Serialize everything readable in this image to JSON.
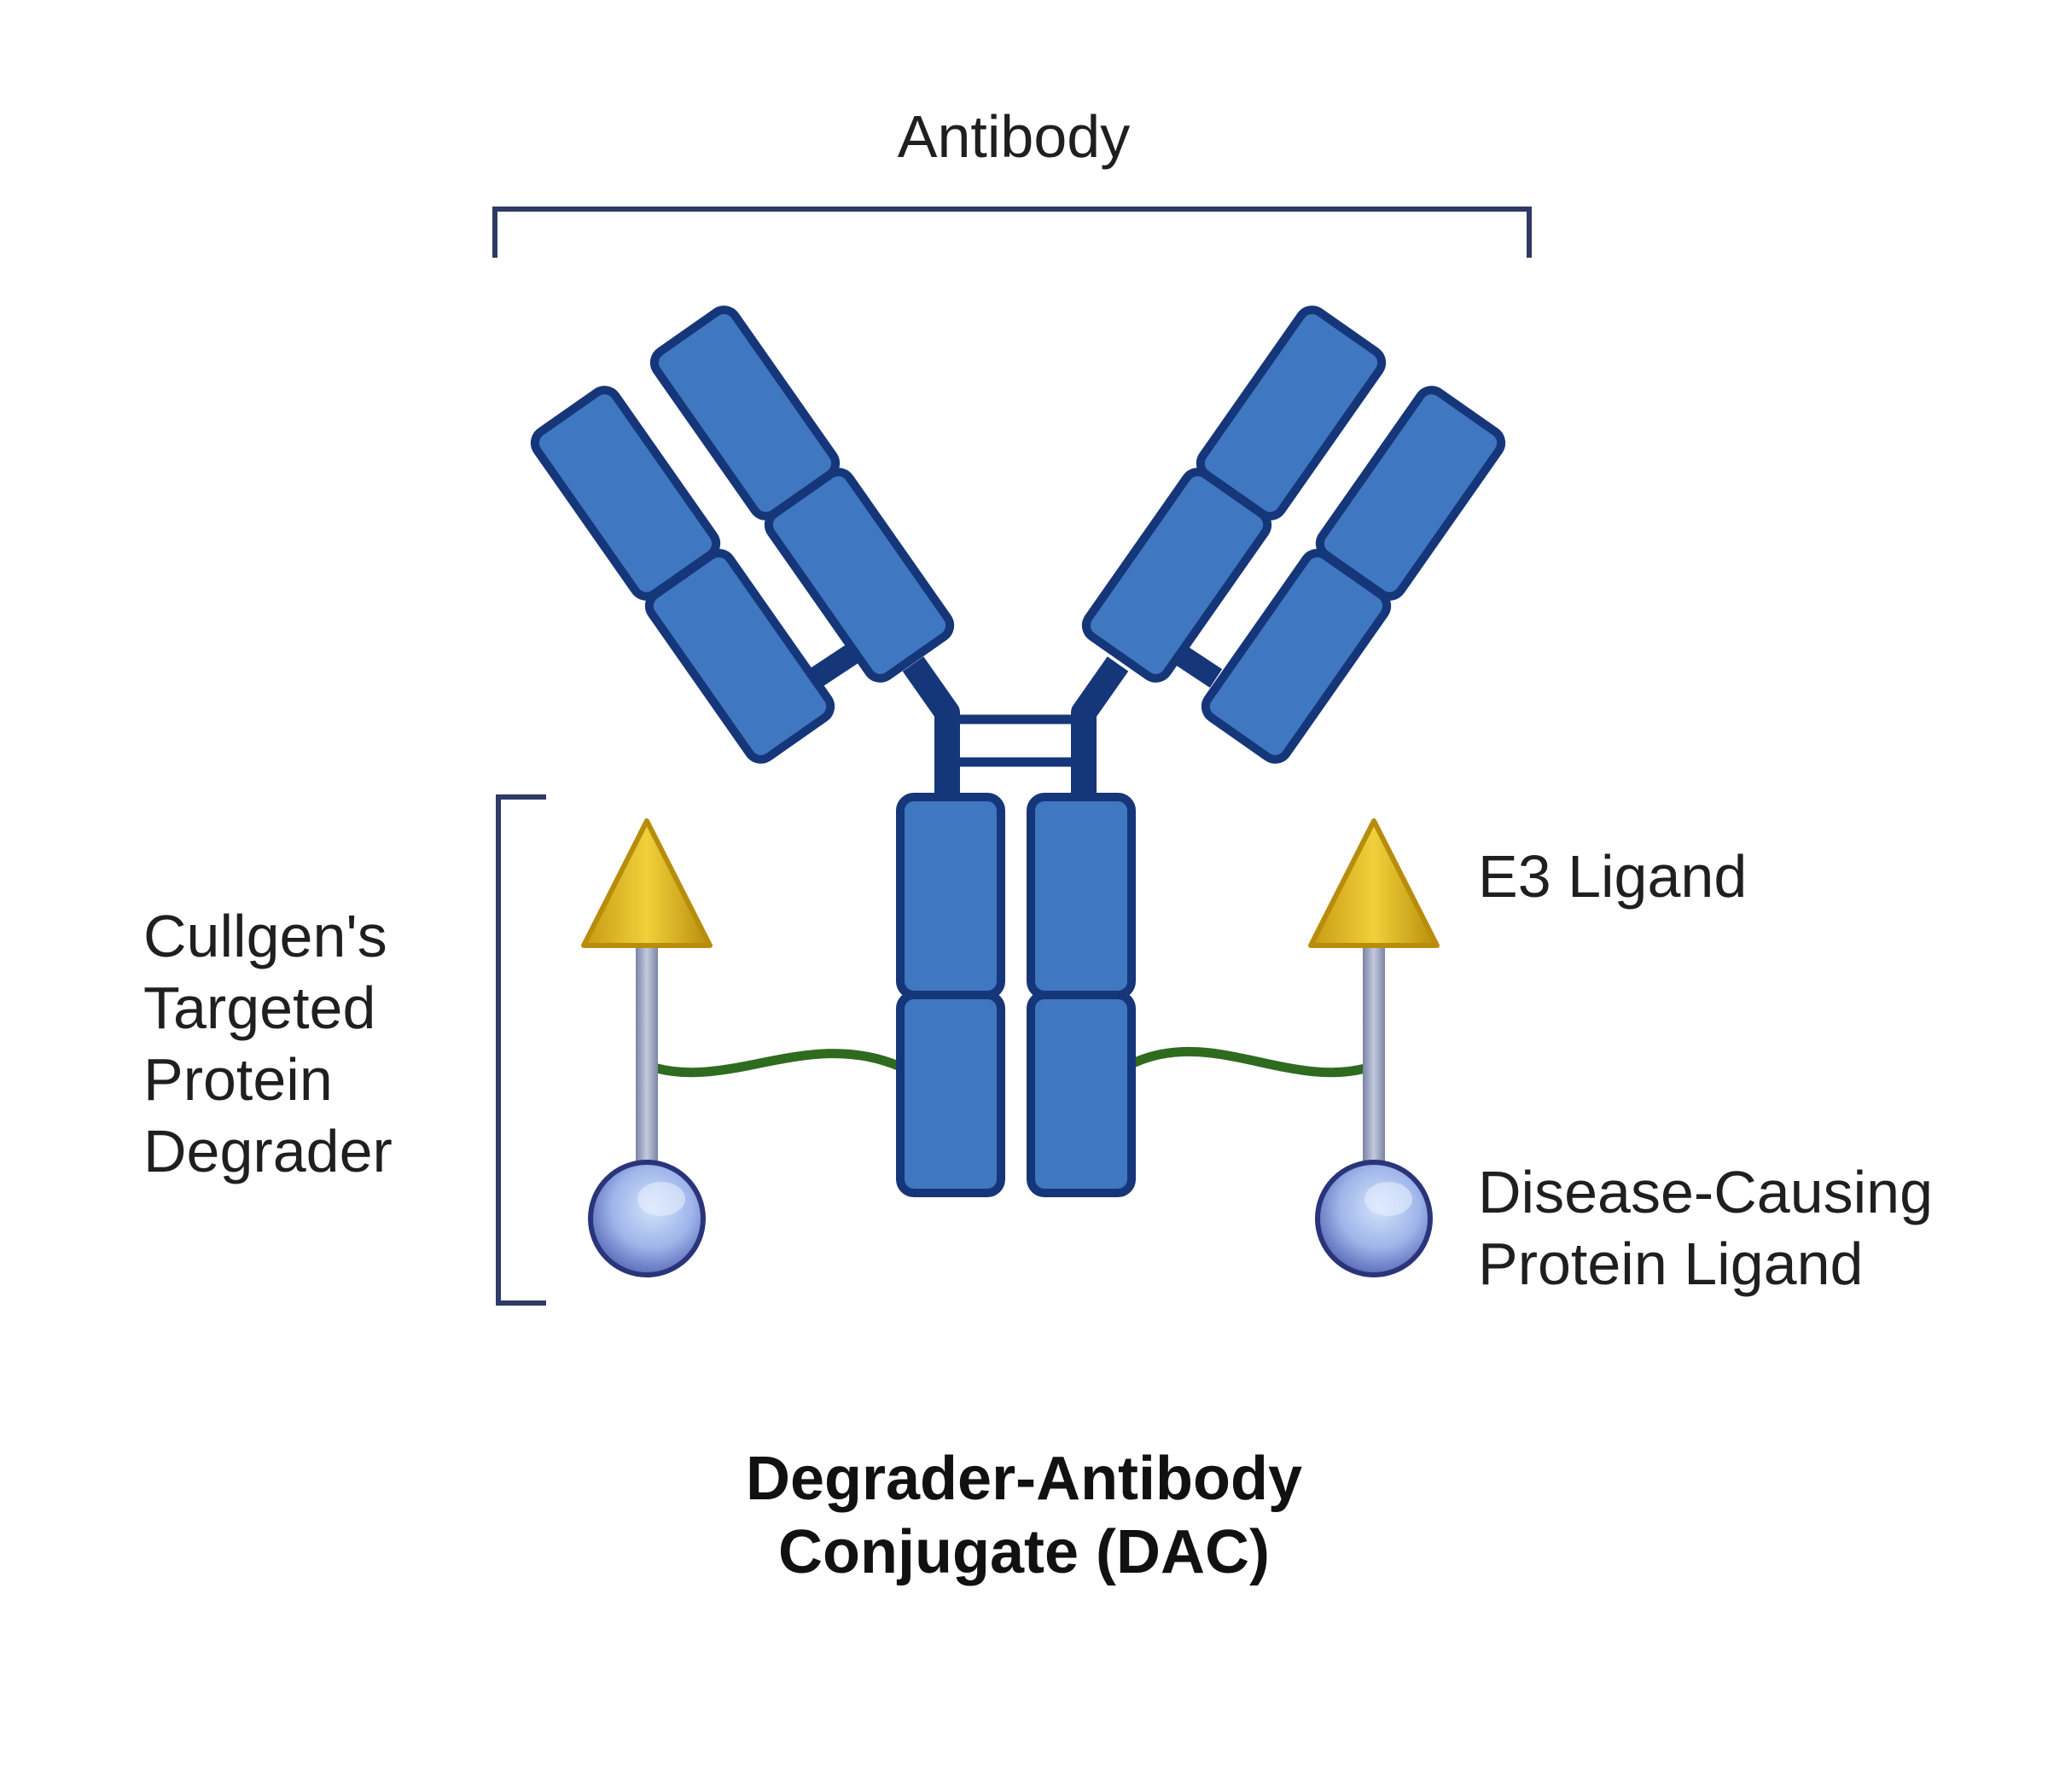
{
  "labels": {
    "antibody": "Antibody",
    "degrader_lines": [
      "Cullgen's",
      "Targeted",
      "Protein",
      "Degrader"
    ],
    "e3_ligand": "E3 Ligand",
    "disease_lines": [
      "Disease-Causing",
      "Protein Ligand"
    ]
  },
  "title_lines": [
    "Degrader-Antibody",
    "Conjugate (DAC)"
  ],
  "colors": {
    "domain_fill": "#3f77c0",
    "domain_stroke": "#16367a",
    "bracket": "#2f3b66",
    "linker": "#2f6b1f",
    "stem": "#8e98b6",
    "triangle": "#d8b01c",
    "sphere": "#7f96d6"
  },
  "icons": [
    "e3-ligand-triangle-icon",
    "protein-ligand-sphere-icon"
  ]
}
